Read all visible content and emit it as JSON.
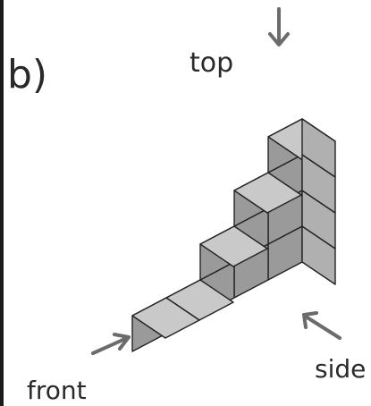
{
  "figure": {
    "label": "b)",
    "views": {
      "top": "top",
      "side": "side",
      "front": "front"
    },
    "columns": [
      1,
      1,
      2,
      3,
      4
    ],
    "colors": {
      "top_face": "#c9c9c9",
      "front_face": "#9a9a9a",
      "side_face": "#b0b0b0",
      "arrow": "#6b6b6b"
    },
    "icons": [
      "arrow-down-icon",
      "arrow-up-left-icon",
      "arrow-up-right-icon"
    ]
  }
}
